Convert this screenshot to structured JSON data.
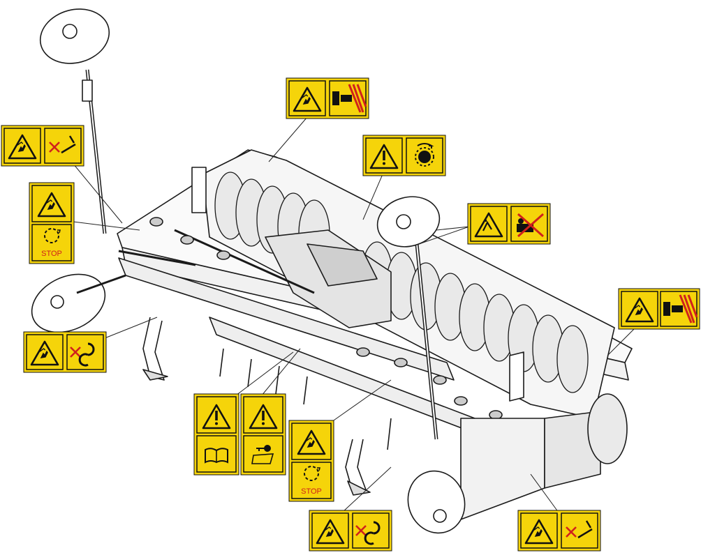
{
  "colors": {
    "sticker_yellow": "#f5d40a",
    "ink": "#111111",
    "stop_red": "#d0211c",
    "paper": "#ffffff"
  },
  "labels": {
    "stop": "STOP"
  },
  "decals": [
    {
      "id": "warning-crush-tractor",
      "symbols": [
        "warning-triangle-pinch-icon",
        "tractor-hazard-zone-icon"
      ]
    },
    {
      "id": "warning-hand-no-touch-lever",
      "symbols": [
        "warning-triangle-hand-crush-icon",
        "no-hand-lever-icon"
      ]
    },
    {
      "id": "warning-rotating-stop",
      "symbols": [
        "warning-triangle-cutting-icon",
        "rotation-circle-icon"
      ]
    },
    {
      "id": "warning-rotating-part",
      "symbols": [
        "warning-triangle-icon",
        "rotating-gear-icon"
      ]
    },
    {
      "id": "warning-fall-no-ride",
      "symbols": [
        "warning-triangle-fall-icon",
        "no-riding-icon"
      ]
    },
    {
      "id": "warning-crush-hitch",
      "symbols": [
        "warning-triangle-hand-crush-icon",
        "no-hand-hitch-icon"
      ]
    },
    {
      "id": "warning-read-manual",
      "symbols": [
        "warning-triangle-icon",
        "read-manual-icon"
      ]
    },
    {
      "id": "warning-remove-key",
      "symbols": [
        "warning-triangle-icon",
        "remove-key-manual-icon"
      ]
    }
  ]
}
